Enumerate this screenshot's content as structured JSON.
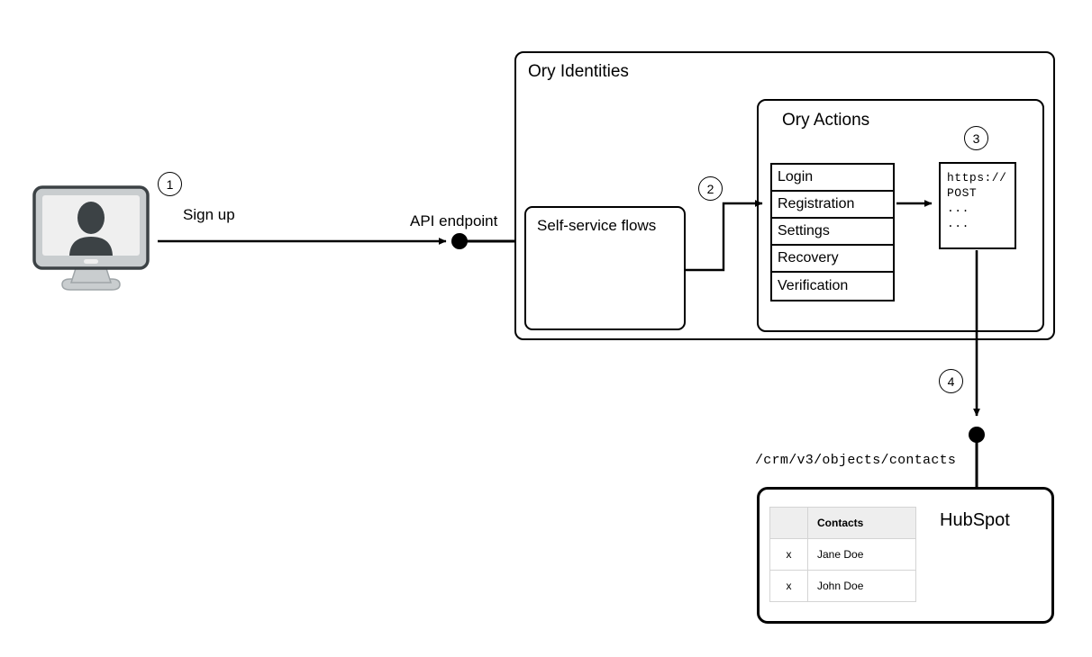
{
  "diagram": {
    "title": "Ory Identities to HubSpot sign-up flow",
    "colors": {
      "stroke": "#000000",
      "background": "#ffffff",
      "table_header_bg": "#eeeeee",
      "table_border": "#d4d4d4",
      "monitor_bezel": "#3c4245",
      "monitor_screen": "#efefef",
      "monitor_stand": "#c9cdcf",
      "avatar": "#3c4245"
    }
  },
  "actors": {
    "user_monitor": {
      "icon": "user-on-monitor-icon",
      "alt": "User at computer"
    }
  },
  "steps": [
    {
      "number": "1",
      "name": "step-1-sign-up"
    },
    {
      "number": "2",
      "name": "step-2-trigger-flow"
    },
    {
      "number": "3",
      "name": "step-3-webhook"
    },
    {
      "number": "4",
      "name": "step-4-crm-call"
    }
  ],
  "edges": {
    "signup_label": "Sign up",
    "api_endpoint_label": "API endpoint",
    "crm_path_label": "/crm/v3/objects/contacts"
  },
  "ory_identities": {
    "title": "Ory Identities",
    "self_service": {
      "label": "Self-service flows"
    },
    "ory_actions": {
      "title": "Ory Actions",
      "flows": [
        {
          "label": "Login"
        },
        {
          "label": "Registration"
        },
        {
          "label": "Settings"
        },
        {
          "label": "Recovery"
        },
        {
          "label": "Verification"
        }
      ],
      "webhook": {
        "lines": [
          "https://",
          "POST",
          "...",
          "..."
        ]
      }
    }
  },
  "hubspot": {
    "title": "HubSpot",
    "contacts_table": {
      "columns": [
        "",
        "Contacts"
      ],
      "rows": [
        {
          "flag": "x",
          "name": "Jane Doe"
        },
        {
          "flag": "x",
          "name": "John Doe"
        }
      ]
    }
  }
}
